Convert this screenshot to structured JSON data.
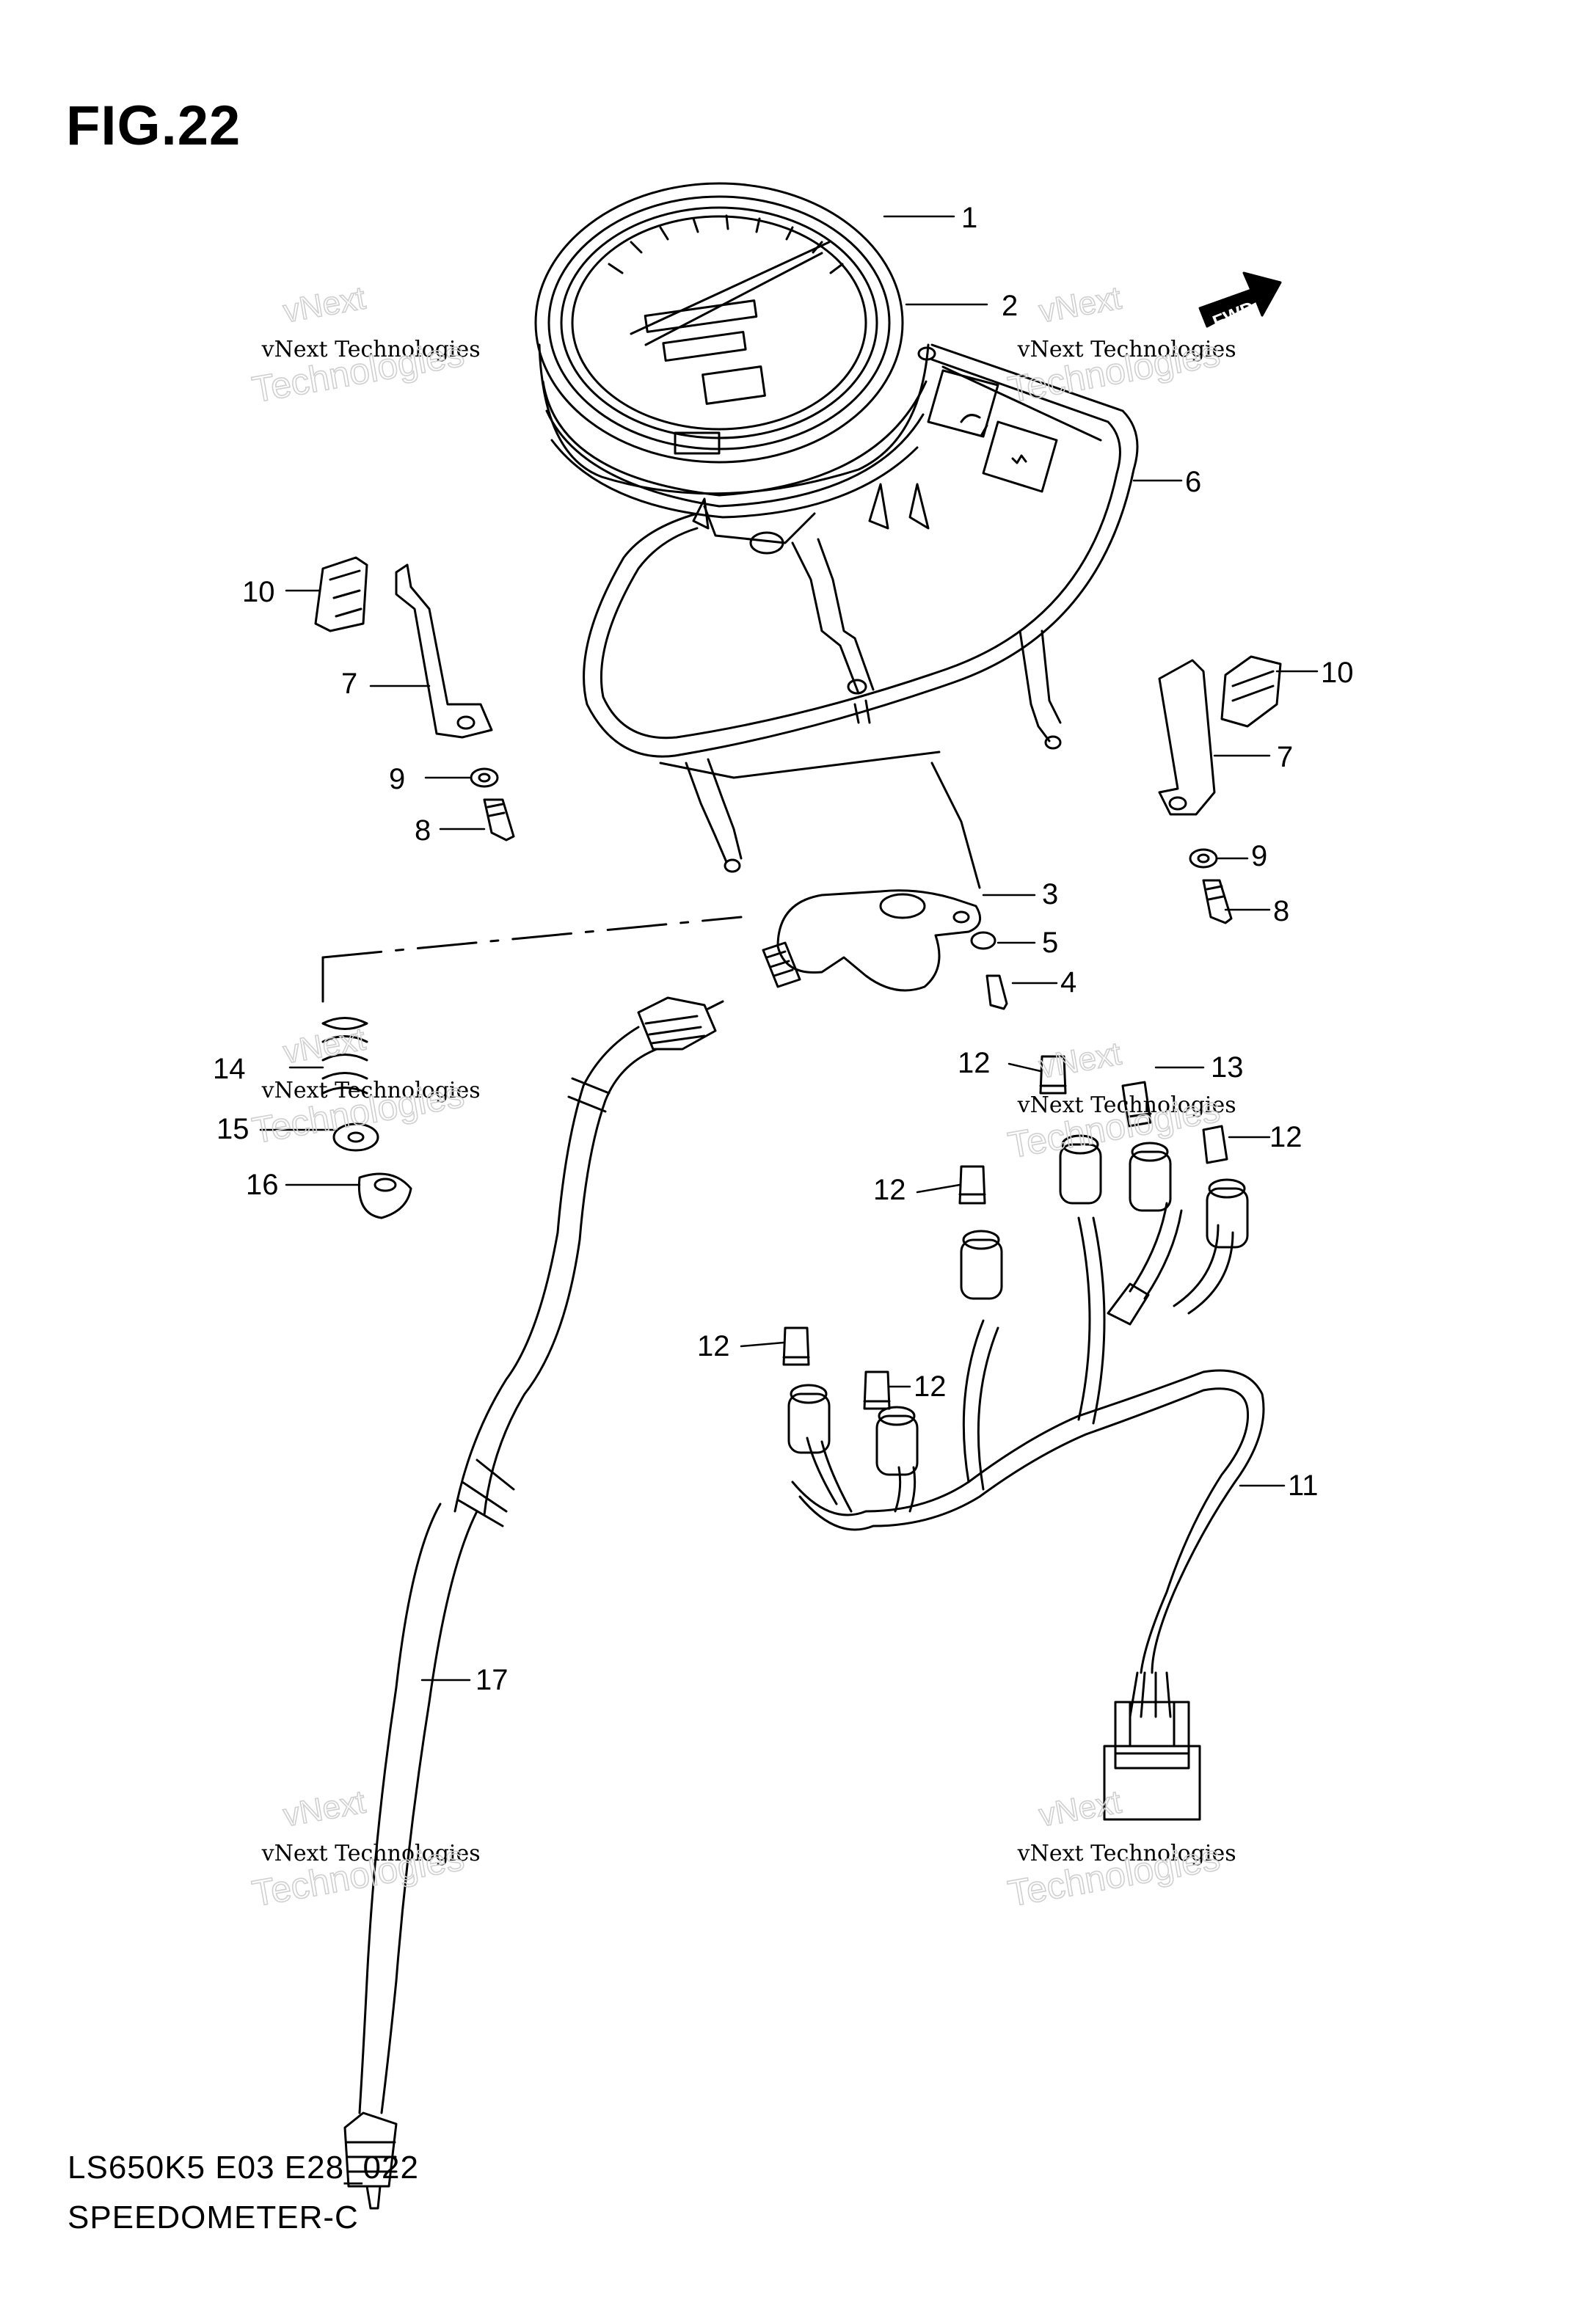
{
  "figure": {
    "title": "FIG.22",
    "model_code": "LS650K5 E03 E28_022",
    "section_title": "SPEEDOMETER-C"
  },
  "direction_marker": "FWD",
  "watermarks": [
    {
      "brand": "vNext",
      "text": "vNext Technologies",
      "big": "Technologies"
    },
    {
      "brand": "vNext",
      "text": "vNext Technologies",
      "big": "Technologies"
    },
    {
      "brand": "vNext",
      "text": "vNext Technologies",
      "big": "Technologies"
    },
    {
      "brand": "vNext",
      "text": "vNext Technologies",
      "big": "Technologies"
    },
    {
      "brand": "vNext",
      "text": "vNext Technologies",
      "big": "Technologies"
    },
    {
      "brand": "vNext",
      "text": "vNext Technologies",
      "big": "Technologies"
    }
  ],
  "callouts": [
    {
      "number": "1"
    },
    {
      "number": "2"
    },
    {
      "number": "6"
    },
    {
      "number": "10"
    },
    {
      "number": "7"
    },
    {
      "number": "9"
    },
    {
      "number": "8"
    },
    {
      "number": "10"
    },
    {
      "number": "7"
    },
    {
      "number": "9"
    },
    {
      "number": "8"
    },
    {
      "number": "3"
    },
    {
      "number": "5"
    },
    {
      "number": "4"
    },
    {
      "number": "14"
    },
    {
      "number": "15"
    },
    {
      "number": "16"
    },
    {
      "number": "12"
    },
    {
      "number": "13"
    },
    {
      "number": "12"
    },
    {
      "number": "12"
    },
    {
      "number": "12"
    },
    {
      "number": "12"
    },
    {
      "number": "11"
    },
    {
      "number": "17"
    }
  ]
}
